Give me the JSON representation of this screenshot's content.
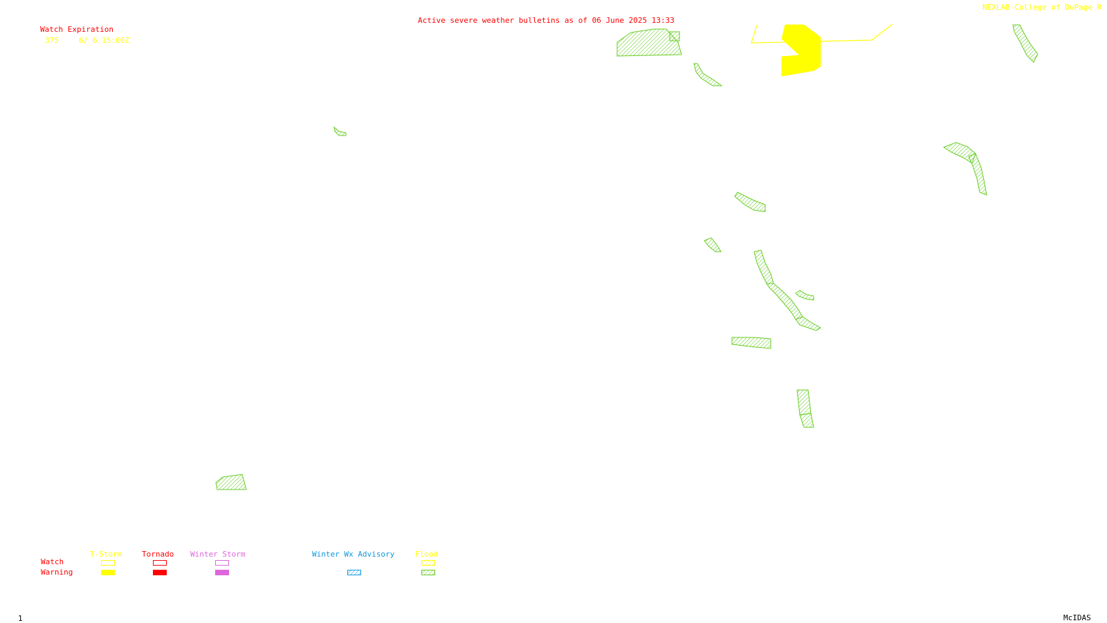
{
  "header": {
    "bulletin_title": "Active severe weather bulletins as of 06 June 2025 13:33",
    "credit": "NEXLAB-College of DuPage R"
  },
  "watch_expiration": {
    "heading": "Watch Expiration",
    "entries": [
      {
        "watch_number": "375",
        "expires": "6/ 6 15:00Z"
      }
    ]
  },
  "legend": {
    "row_labels": {
      "watch": "Watch",
      "warning": "Warning"
    },
    "categories": [
      {
        "label": "T-Storm",
        "color": "#ffff00",
        "watch_style": "outline",
        "warning_style": "solid"
      },
      {
        "label": "Tornado",
        "color": "#ff0000",
        "watch_style": "outline",
        "warning_style": "solid"
      },
      {
        "label": "Winter Storm",
        "color": "#dd66dd",
        "watch_style": "outline",
        "warning_style": "solid"
      },
      {
        "label": "Winter Wx Advisory",
        "color": "#1199dd",
        "watch_style": "none",
        "warning_style": "hatched"
      },
      {
        "label": "Flood",
        "color": "#ffff00",
        "watch_style": "hatched",
        "warning_style": "hatched",
        "warning_color": "#66cc22"
      }
    ]
  },
  "map": {
    "colors": {
      "flood_warning": "#66cc22",
      "tstorm_warning": "#ffff00",
      "tstorm_watch": "#ffff00"
    },
    "active_products": {
      "tstorm_warning_count": 1,
      "tstorm_watch_count": 1,
      "flood_warning_count": 18
    }
  },
  "footer": {
    "frame_number": "1",
    "software": "McIDAS"
  }
}
